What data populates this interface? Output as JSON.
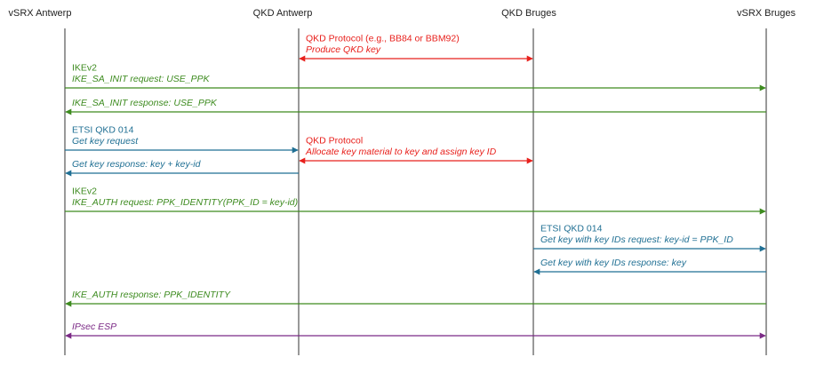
{
  "colors": {
    "green": "#3d8b1f",
    "red": "#e8201c",
    "blue": "#1f6f93",
    "purple": "#7b2a86",
    "lifeline": "#333333"
  },
  "actors": [
    {
      "id": "vsrx-antwerp",
      "label": "vSRX Antwerp"
    },
    {
      "id": "qkd-antwerp",
      "label": "QKD Antwerp"
    },
    {
      "id": "qkd-bruges",
      "label": "QKD Bruges"
    },
    {
      "id": "vsrx-bruges",
      "label": "vSRX Bruges"
    }
  ],
  "messages": [
    {
      "id": "qkd-protocol-1",
      "from": 1,
      "to": 2,
      "bidirectional": true,
      "color": "red",
      "lines": [
        {
          "text": "QKD Protocol (e.g., BB84 or BBM92)",
          "italic": false
        },
        {
          "text": "Produce QKD key",
          "italic": true
        }
      ]
    },
    {
      "id": "ike-sa-init-request",
      "from": 0,
      "to": 3,
      "bidirectional": false,
      "color": "green",
      "lines": [
        {
          "text": "IKEv2",
          "italic": false
        },
        {
          "text": "IKE_SA_INIT request: USE_PPK",
          "italic": true
        }
      ]
    },
    {
      "id": "ike-sa-init-response",
      "from": 3,
      "to": 0,
      "bidirectional": false,
      "color": "green",
      "lines": [
        {
          "text": "IKE_SA_INIT response: USE_PPK",
          "italic": true
        }
      ]
    },
    {
      "id": "get-key-request",
      "from": 0,
      "to": 1,
      "bidirectional": false,
      "color": "blue",
      "lines": [
        {
          "text": "ETSI QKD 014",
          "italic": false
        },
        {
          "text": "Get key request",
          "italic": true
        }
      ]
    },
    {
      "id": "qkd-protocol-2",
      "from": 1,
      "to": 2,
      "bidirectional": true,
      "color": "red",
      "lines": [
        {
          "text": "QKD Protocol",
          "italic": false
        },
        {
          "text": "Allocate key material to key and assign key ID",
          "italic": true
        }
      ]
    },
    {
      "id": "get-key-response",
      "from": 1,
      "to": 0,
      "bidirectional": false,
      "color": "blue",
      "lines": [
        {
          "text": "Get key response: key + key-id",
          "italic": true
        }
      ]
    },
    {
      "id": "ike-auth-request",
      "from": 0,
      "to": 3,
      "bidirectional": false,
      "color": "green",
      "lines": [
        {
          "text": "IKEv2",
          "italic": false
        },
        {
          "text": "IKE_AUTH request: PPK_IDENTITY(PPK_ID = key-id)",
          "italic": true
        }
      ]
    },
    {
      "id": "get-key-with-ids-request",
      "from": 2,
      "to": 3,
      "bidirectional": false,
      "color": "blue",
      "lines": [
        {
          "text": "ETSI QKD 014",
          "italic": false
        },
        {
          "text": "Get key with key IDs request: key-id = PPK_ID",
          "italic": true
        }
      ]
    },
    {
      "id": "get-key-with-ids-response",
      "from": 3,
      "to": 2,
      "bidirectional": false,
      "color": "blue",
      "lines": [
        {
          "text": "Get key with key IDs response: key",
          "italic": true
        }
      ]
    },
    {
      "id": "ike-auth-response",
      "from": 3,
      "to": 0,
      "bidirectional": false,
      "color": "green",
      "lines": [
        {
          "text": "IKE_AUTH response: PPK_IDENTITY",
          "italic": true
        }
      ]
    },
    {
      "id": "ipsec-esp",
      "from": 0,
      "to": 3,
      "bidirectional": true,
      "color": "purple",
      "lines": [
        {
          "text": "IPsec ESP",
          "italic": true
        }
      ]
    }
  ]
}
